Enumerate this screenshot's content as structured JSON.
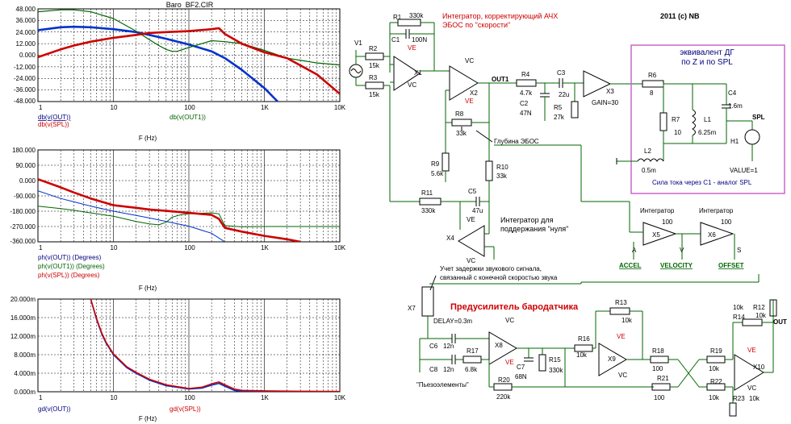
{
  "charts": {
    "title": "Baro_BF2.CIR",
    "x_ticks": [
      "1",
      "10",
      "100",
      "1K",
      "10K"
    ],
    "x_label": "F (Hz)",
    "plot1": {
      "y_ticks": [
        "48.000",
        "36.000",
        "24.000",
        "12.000",
        "0.000",
        "-12.000",
        "-24.000",
        "-36.000",
        "-48.000"
      ],
      "legend_left": [
        "db(v(OUT))",
        "db(v(SPL))"
      ],
      "legend_right": [
        "db(v(OUT1))"
      ]
    },
    "plot2": {
      "y_ticks": [
        "180.000",
        "90.000",
        "0.000",
        "-90.000",
        "-180.000",
        "-270.000",
        "-360.000"
      ],
      "legend": [
        "ph(v(OUT)) (Degrees)",
        "ph(v(OUT1)) (Degrees)",
        "ph(v(SPL)) (Degrees)"
      ]
    },
    "plot3": {
      "y_ticks": [
        "20.000m",
        "16.000m",
        "12.000m",
        "8.000m",
        "4.000m",
        "0.000m"
      ],
      "legend": [
        "gd(v(OUT))",
        "gd(v(SPL))"
      ]
    }
  },
  "chart_data": [
    {
      "type": "line",
      "x_scale": "log",
      "xlim": [
        1,
        10000
      ],
      "ylim": [
        -48,
        48
      ],
      "series": [
        {
          "name": "db(v(OUT))",
          "color": "#0033cc",
          "x": [
            1,
            2,
            3,
            5,
            10,
            20,
            30,
            50,
            100,
            200,
            300,
            500,
            1000,
            1500
          ],
          "y": [
            26,
            29,
            29.5,
            29,
            27,
            24,
            21,
            17,
            11,
            4,
            -3,
            -15,
            -34,
            -48
          ]
        },
        {
          "name": "db(v(OUT1))",
          "color": "#006600",
          "x": [
            1,
            2,
            3,
            5,
            10,
            20,
            30,
            40,
            50,
            60,
            70,
            100,
            200,
            300,
            500,
            1000,
            2000,
            5000,
            10000
          ],
          "y": [
            45,
            47,
            47,
            45,
            38,
            25,
            16,
            10,
            6,
            4,
            4,
            8,
            15,
            14,
            12,
            5,
            -3,
            -8,
            -10
          ]
        },
        {
          "name": "db(v(SPL))",
          "color": "#cc0000",
          "x": [
            1,
            2,
            3,
            5,
            10,
            20,
            30,
            50,
            100,
            200,
            250,
            300,
            500,
            1000,
            2000,
            5000,
            10000
          ],
          "y": [
            -2,
            6,
            10,
            14,
            18,
            21,
            23,
            24,
            25,
            27,
            28,
            22,
            12,
            3,
            -3,
            -20,
            -40
          ]
        }
      ]
    },
    {
      "type": "line",
      "x_scale": "log",
      "xlim": [
        1,
        10000
      ],
      "ylim": [
        -360,
        180
      ],
      "series": [
        {
          "name": "ph(v(OUT)) (Degrees)",
          "color": "#0033cc",
          "x": [
            1,
            2,
            3,
            5,
            10,
            20,
            30,
            50,
            100,
            200,
            300
          ],
          "y": [
            -60,
            -105,
            -125,
            -150,
            -180,
            -205,
            -220,
            -240,
            -268,
            -310,
            -360
          ]
        },
        {
          "name": "ph(v(OUT1)) (Degrees)",
          "color": "#006600",
          "x": [
            1,
            2,
            3,
            5,
            10,
            20,
            30,
            40,
            50,
            60,
            80,
            100,
            200,
            250,
            300,
            500,
            1000,
            2000,
            5000,
            10000
          ],
          "y": [
            -150,
            -165,
            -175,
            -190,
            -210,
            -240,
            -255,
            -260,
            -245,
            -215,
            -200,
            -195,
            -190,
            -195,
            -265,
            -272,
            -270,
            -270,
            -270,
            -270
          ]
        },
        {
          "name": "ph(v(SPL)) (Degrees)",
          "color": "#cc0000",
          "x": [
            1,
            2,
            3,
            5,
            10,
            20,
            30,
            50,
            100,
            200,
            250,
            300,
            500,
            1000,
            2000,
            3000
          ],
          "y": [
            8,
            -40,
            -70,
            -105,
            -145,
            -160,
            -170,
            -178,
            -190,
            -202,
            -225,
            -278,
            -300,
            -325,
            -345,
            -360
          ]
        }
      ]
    },
    {
      "type": "line",
      "x_scale": "log",
      "xlim": [
        1,
        10000
      ],
      "ylim": [
        0,
        0.02
      ],
      "series": [
        {
          "name": "gd(v(OUT))",
          "color": "#0033cc",
          "x": [
            5,
            6,
            7,
            8,
            10,
            15,
            20,
            30,
            50,
            100,
            150,
            200,
            250,
            300,
            400,
            500,
            1000,
            3000,
            10000
          ],
          "y": [
            0.02,
            0.0155,
            0.0125,
            0.0105,
            0.008,
            0.0052,
            0.004,
            0.0025,
            0.0013,
            0.0006,
            0.0008,
            0.0014,
            0.0018,
            0.0012,
            0.0003,
            0.0001,
            5e-05,
            2e-05,
            1e-05
          ]
        },
        {
          "name": "gd(v(SPL))",
          "color": "#cc0000",
          "x": [
            5,
            6,
            7,
            8,
            10,
            15,
            20,
            30,
            50,
            100,
            150,
            200,
            250,
            300,
            400,
            500,
            1000,
            3000,
            10000
          ],
          "y": [
            0.02,
            0.0157,
            0.0127,
            0.0107,
            0.0082,
            0.0054,
            0.0042,
            0.0027,
            0.0015,
            0.0007,
            0.001,
            0.0017,
            0.0021,
            0.0015,
            0.0006,
            0.0003,
            0.0002,
            0.0001,
            5e-05
          ]
        }
      ]
    }
  ],
  "schematic": {
    "copyright": "2011 (c) NB",
    "integrator_note": "Интегратор, корректирующий АЧХ",
    "integrator_note2": "ЭБОС по \"скорости\"",
    "box_title1": "эквивалент ДГ",
    "box_title2": "по Z и по SPL",
    "box_note": "Сила тока через C1 - аналог SPL",
    "null_note1": "Интегратор для",
    "null_note2": "поддержания \"нуля\"",
    "depth_note": "Глубина ЭБОС",
    "delay_note1": "Учет задержки звукового сигнала,",
    "delay_note2": "связанный с конечной скоростью звука",
    "preamp_title": "Предусилитель бародатчика",
    "piezo_note": "\"Пьезоэлементы\"",
    "integrator_label": "Интегратор",
    "gain": "GAIN=30",
    "value": "VALUE=1",
    "delay": "DELAY=0.3m",
    "nodes": {
      "out1": "OUT1",
      "spl": "SPL",
      "out": "OUT",
      "accel": "ACCEL",
      "velocity": "VELOCITY",
      "offset": "OFFSET",
      "a": "A",
      "v": "V",
      "s": "S"
    },
    "parts": {
      "R1": "R1",
      "R1v": "330k",
      "C1": "C1",
      "C1v": "100N",
      "V1": "V1",
      "R2": "R2",
      "R2v": "15k",
      "R3": "R3",
      "R3v": "15k",
      "X1": "X1",
      "X2": "X2",
      "R4": "R4",
      "R4v": "4.7k",
      "C2": "C2",
      "C2v": "47N",
      "C3": "C3",
      "C3v": "22u",
      "R5": "R5",
      "R5v": "27k",
      "X3": "X3",
      "R6": "R6",
      "R6v": "8",
      "R7": "R7",
      "R7v": "10",
      "L1": "L1",
      "L1v": "6.25m",
      "C4": "C4",
      "C4v": "1.6m",
      "H1": "H1",
      "L2": "L2",
      "L2v": "0.5m",
      "R8": "R8",
      "R8v": "33k",
      "R9": "R9",
      "R9v": "5.6k",
      "R10": "R10",
      "R10v": "33k",
      "R11": "R11",
      "R11v": "330k",
      "C5": "C5",
      "C5v": "47u",
      "X4": "X4",
      "X5": "X5",
      "X5v": "100",
      "X6": "X6",
      "X6v": "100",
      "X7": "X7",
      "C6": "C6",
      "C6v": "12n",
      "C8": "C8",
      "C8v": "12n",
      "R17": "R17",
      "R17v": "6.8k",
      "X8": "X8",
      "C7": "C7",
      "C7v": "68N",
      "R15": "R15",
      "R15v": "330k",
      "R20": "R20",
      "R20v": "220k",
      "R13": "R13",
      "R13v": "10k",
      "R16": "R16",
      "R16v": "10k",
      "X9": "X9",
      "R18": "R18",
      "R18v": "100",
      "R21": "R21",
      "R21v": "100",
      "R19": "R19",
      "R19v": "10k",
      "R22": "R22",
      "R22v": "10k",
      "R14": "R14",
      "R14v": "10k",
      "R12": "R12",
      "R12v": "10k",
      "X10": "X10",
      "R23": "R23",
      "R23v": "10k",
      "VC": "VC",
      "VE": "VE"
    }
  }
}
